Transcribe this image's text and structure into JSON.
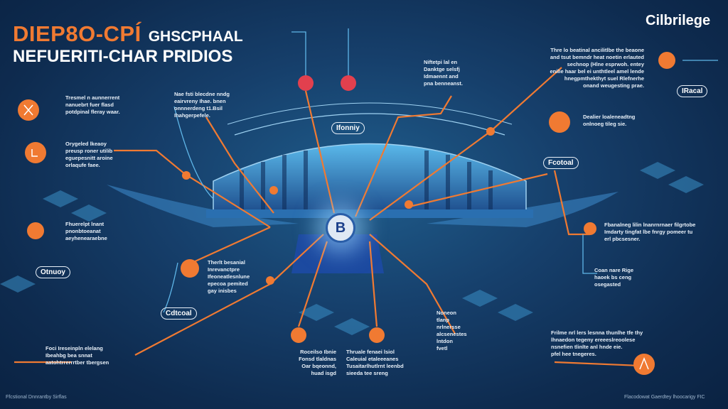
{
  "header": {
    "title_orange": "DIEP8O-CPÍ",
    "title_white": "GHSCPHAAL",
    "subtitle": "NEFUERITI-CHAR PRIDIOS",
    "logo": "Cilbrilege"
  },
  "center": {
    "badge": "B",
    "bridge_label": "Ifonniy"
  },
  "labels": [
    "IRacal",
    "Fcotoal",
    "Otnuoy",
    "Cdtcoal"
  ],
  "blocks": [
    "Tresmel n aunnerrent\nnanuebrt fuer flasd\npotdpinal fleray waar.",
    "Orygeled lkeaoy\npreusp roner utilib\neguepesnitt aroine\norlaqufe faee.",
    "Nae fsti blecdne nndg\neairvreny Ihae. bnen\nonnnerdeng t1.Bsil\nIhahgerpefele.",
    "Niftetpi lal en\nDanktge selsfj\nIdmaennt and\npna benneanst.",
    "Thre lo beatinal ancilitlbe the beaone\nand tsut bemndr heat noetin erlauted\nsechnop (Hlne esprwoh. entey\nenilie haar bel ei unthtleel amel lende\nhnegpmthekthyt suel Rlefnerhe\nonand weugesting prae.",
    "Dealier loaleneadtng\nonlnoeg tileg sie.",
    "Fhuerelpt lnant\npnonbtoeanat\naeyhenearaebne",
    "Therlt besanial\nInrevanctpre\nIfeoneatlesnlune\nepecoa pemited\ngay inisbes",
    "Fbanalneg lilin lnanrnrnaer filgrtobe\nImdarty tingfat lbe fnrgy pomeer tu\nerl pbcsesner.",
    "Coan nare Rige\nhaoek bs ceng\nosegasted",
    "Foci Ireseinpln elelang\nIbeahbg bea snnat\naatohtrrerrrtber tbergsen",
    "Roceilso Ibnie\nFonsd tlaldnas\nOar bqeonnd,\nhuad isgd",
    "Thruale fenaei lsiol\nCaleuial etaleeeanes\nTusaitarlhutlrnt leenbd\nsieeda tee sreng",
    "Noneon\ntlanp\nnrlnersse\nalcsenestes\nlntdon\nfvetl",
    "Frilme nrl lers lesnna thunlhe tfe thy\nlhnaedon tegeny ereeeslreoolese\nnsnefien tlinlte anl hnde eie.\npfel hee tnegeres."
  ],
  "footer": {
    "left": "Ffcstional Dnnrantby Sirflas",
    "right": "Flacodowat Gaerdtey lhoocarigy FIC"
  },
  "colors": {
    "accent": "#f07a32",
    "red": "#e2404e",
    "bg": "#0e2b4f"
  }
}
